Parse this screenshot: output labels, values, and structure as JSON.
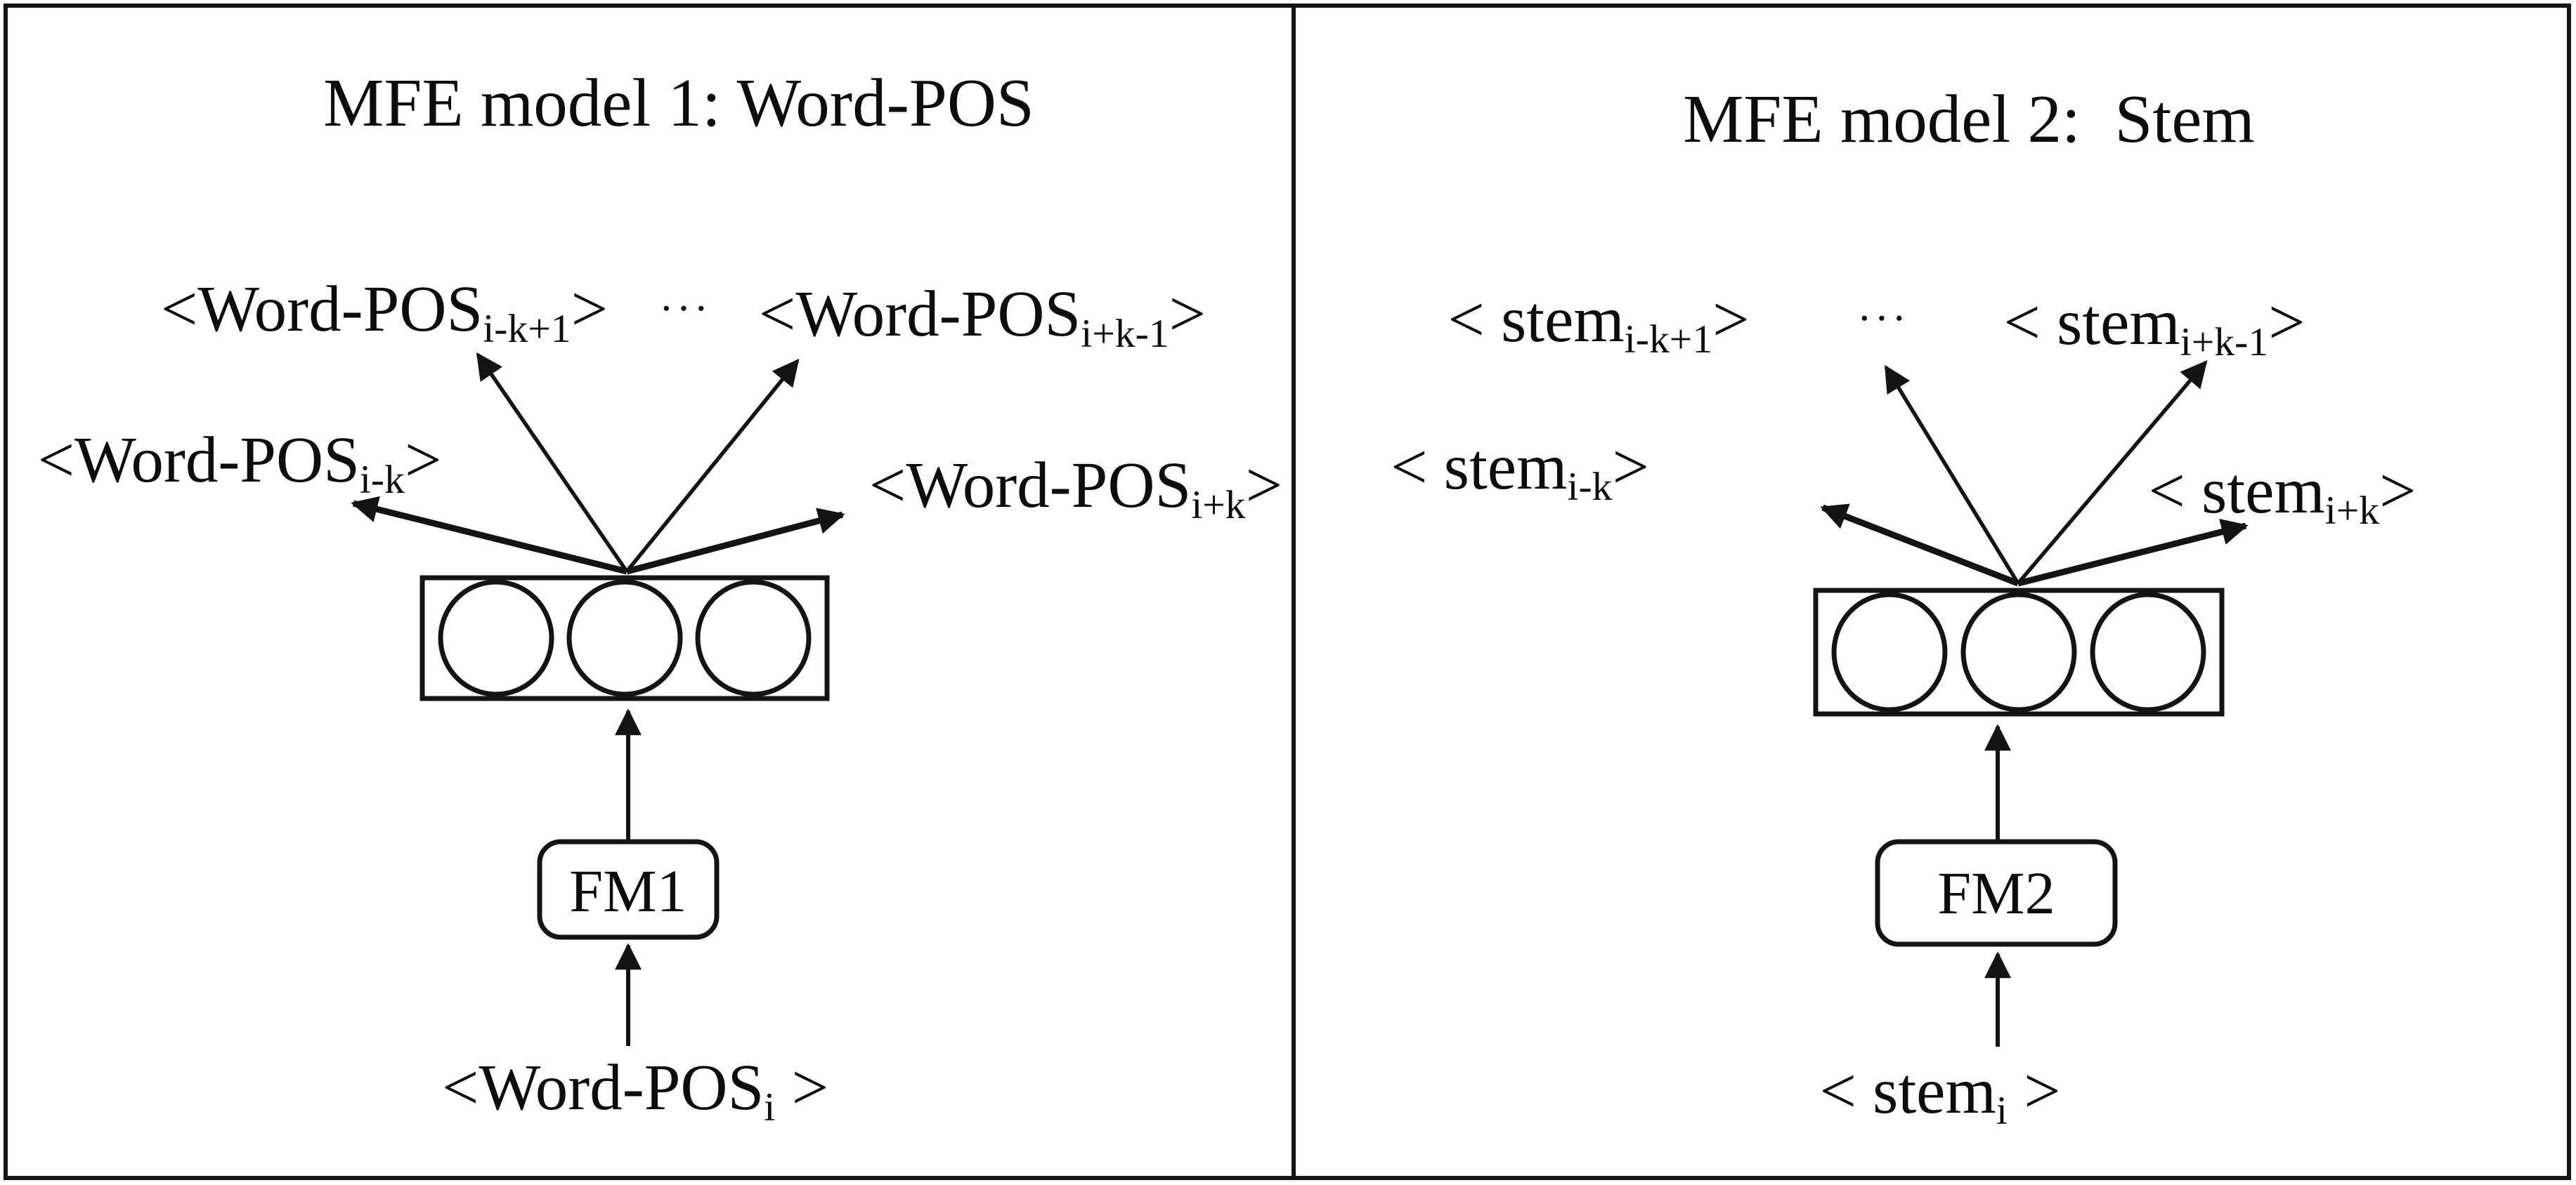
{
  "figure": {
    "colors": {
      "ink": "#141414",
      "background": "#ffffff"
    },
    "panels": [
      {
        "id": "word-pos",
        "title": "MFE model 1: Word-POS",
        "fm_label": "FM1",
        "ellipsis": "···",
        "outputs": {
          "far_left": {
            "pre": "<Word-POS",
            "sub": "i-k",
            "post": ">"
          },
          "mid_left": {
            "pre": "<Word-POS",
            "sub": "i-k+1",
            "post": ">"
          },
          "mid_right": {
            "pre": "<Word-POS",
            "sub": "i+k-1",
            "post": ">"
          },
          "far_right": {
            "pre": "<Word-POS",
            "sub": "i+k",
            "post": ">"
          }
        },
        "input": {
          "pre": "<Word-POS",
          "sub": "i",
          "post": " >"
        }
      },
      {
        "id": "stem",
        "title": "MFE model 2:  Stem",
        "fm_label": "FM2",
        "ellipsis": "···",
        "outputs": {
          "far_left": {
            "pre": "< stem",
            "sub": "i-k",
            "post": ">"
          },
          "mid_left": {
            "pre": "< stem",
            "sub": "i-k+1",
            "post": ">"
          },
          "mid_right": {
            "pre": "< stem",
            "sub": "i+k-1",
            "post": ">"
          },
          "far_right": {
            "pre": "< stem",
            "sub": "i+k",
            "post": ">"
          }
        },
        "input": {
          "pre": "< stem",
          "sub": "i",
          "post": " >"
        }
      }
    ]
  }
}
